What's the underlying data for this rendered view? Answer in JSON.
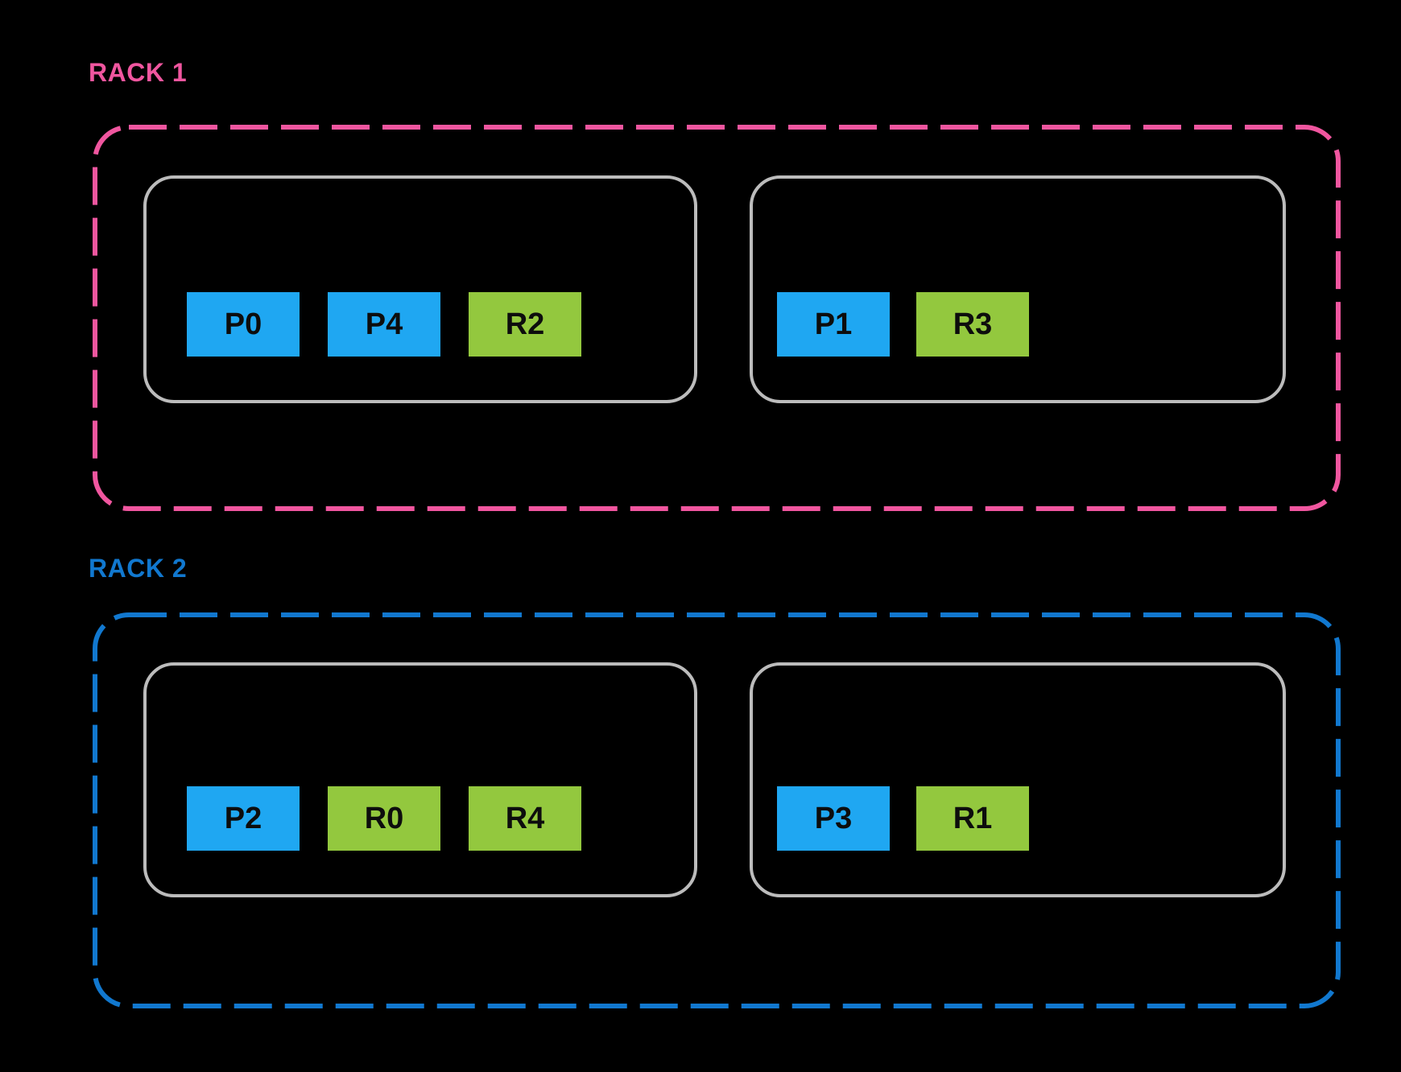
{
  "colors": {
    "background": "#000000",
    "rack1_accent": "#F0569F",
    "rack2_accent": "#1178CF",
    "node_border": "#BCBCBC",
    "chip_blue": "#1FA7F2",
    "chip_green": "#93C83E",
    "chip_text": "#0D0D0D"
  },
  "racks": [
    {
      "label": "RACK 1",
      "nodes": [
        {
          "chips": [
            {
              "label": "P0",
              "type": "blue"
            },
            {
              "label": "P4",
              "type": "blue"
            },
            {
              "label": "R2",
              "type": "green"
            }
          ]
        },
        {
          "chips": [
            {
              "label": "P1",
              "type": "blue"
            },
            {
              "label": "R3",
              "type": "green"
            }
          ]
        }
      ]
    },
    {
      "label": "RACK 2",
      "nodes": [
        {
          "chips": [
            {
              "label": "P2",
              "type": "blue"
            },
            {
              "label": "R0",
              "type": "green"
            },
            {
              "label": "R4",
              "type": "green"
            }
          ]
        },
        {
          "chips": [
            {
              "label": "P3",
              "type": "blue"
            },
            {
              "label": "R1",
              "type": "green"
            }
          ]
        }
      ]
    }
  ]
}
